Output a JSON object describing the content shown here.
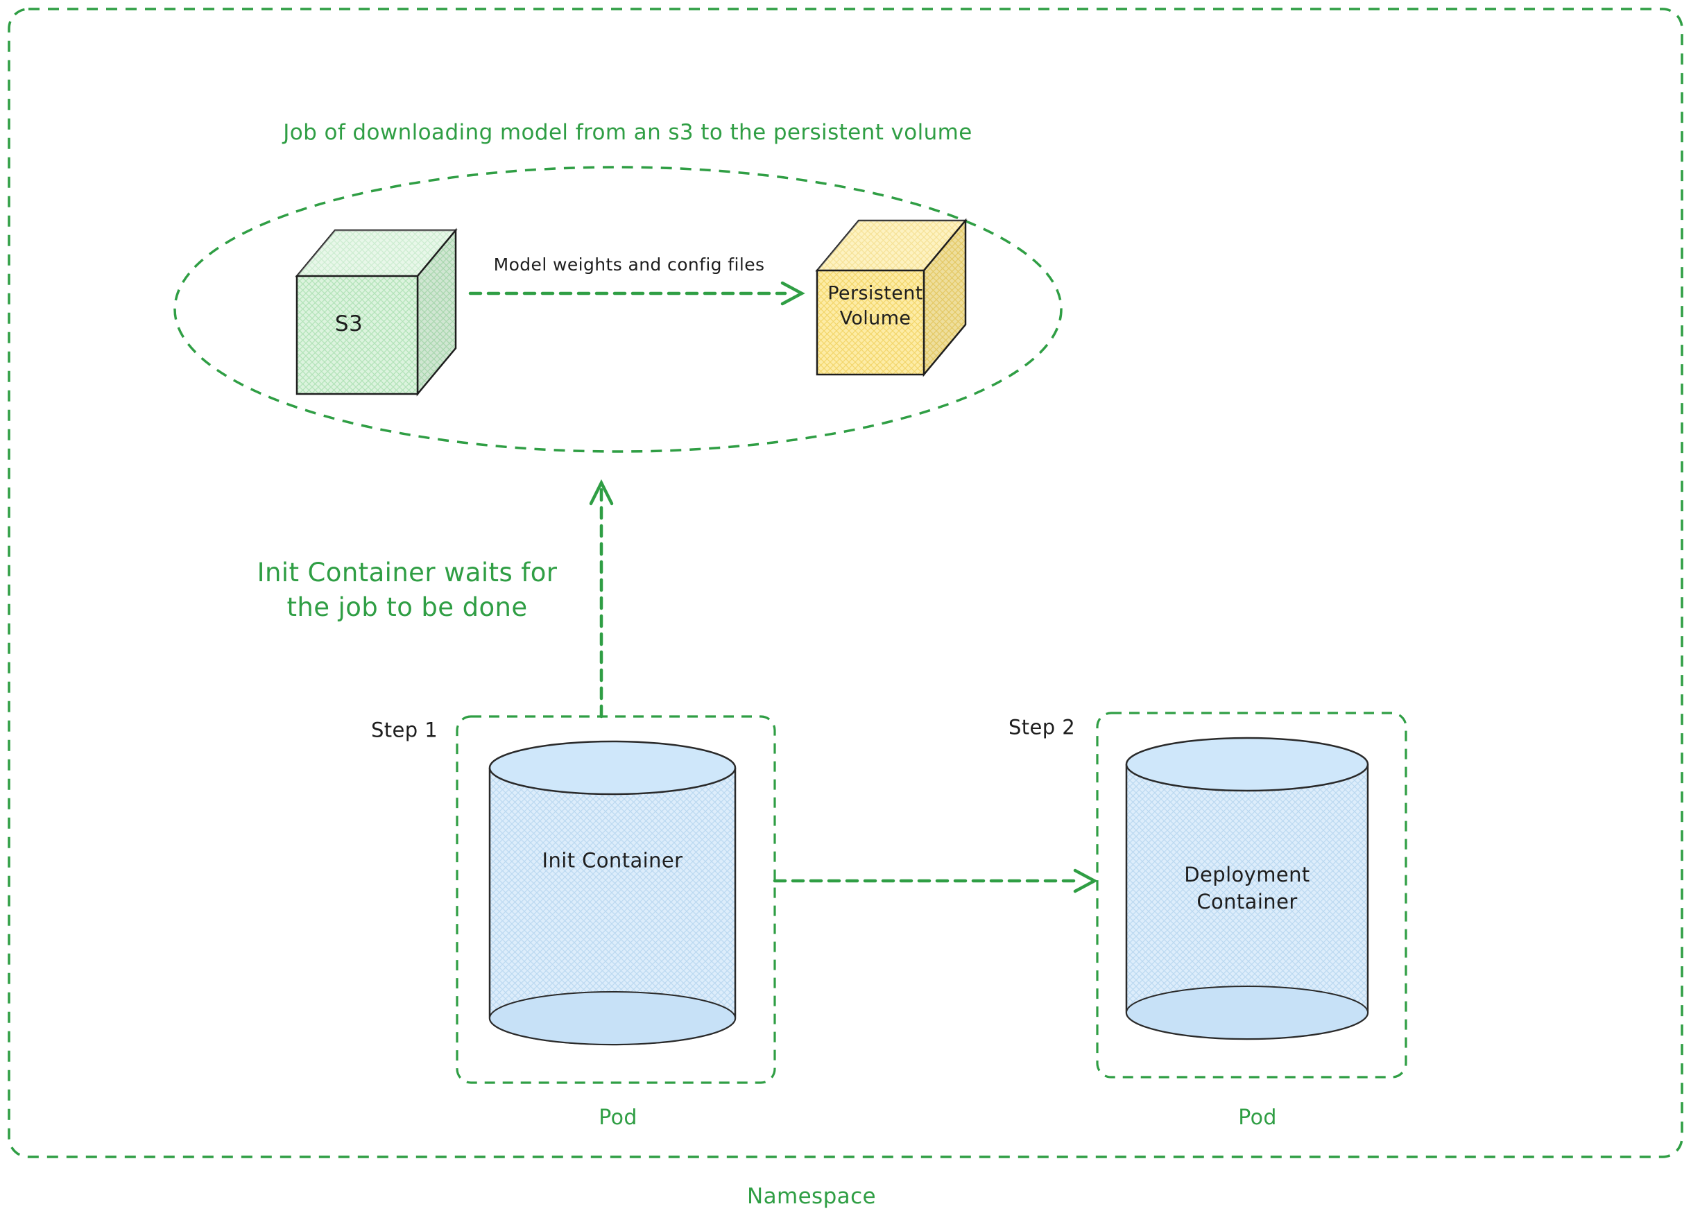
{
  "colors": {
    "accent_green": "#2f9e44",
    "ink": "#1e1e1e",
    "s3_fill": "#dcf3de",
    "pv_fill": "#fdeca6",
    "cylinder_fill": "#ddedfb"
  },
  "namespace": {
    "label": "Namespace"
  },
  "job_group": {
    "title": "Job of downloading model from an s3 to the persistent volume",
    "s3_label": "S3",
    "arrow_label": "Model weights and config files",
    "pv_label": "Persistent\nVolume"
  },
  "wait_note": {
    "text": "Init Container waits for\nthe job to be done"
  },
  "pods": [
    {
      "step": "Step 1",
      "container": "Init Container",
      "pod_label": "Pod"
    },
    {
      "step": "Step 2",
      "container": "Deployment\nContainer",
      "pod_label": "Pod"
    }
  ]
}
